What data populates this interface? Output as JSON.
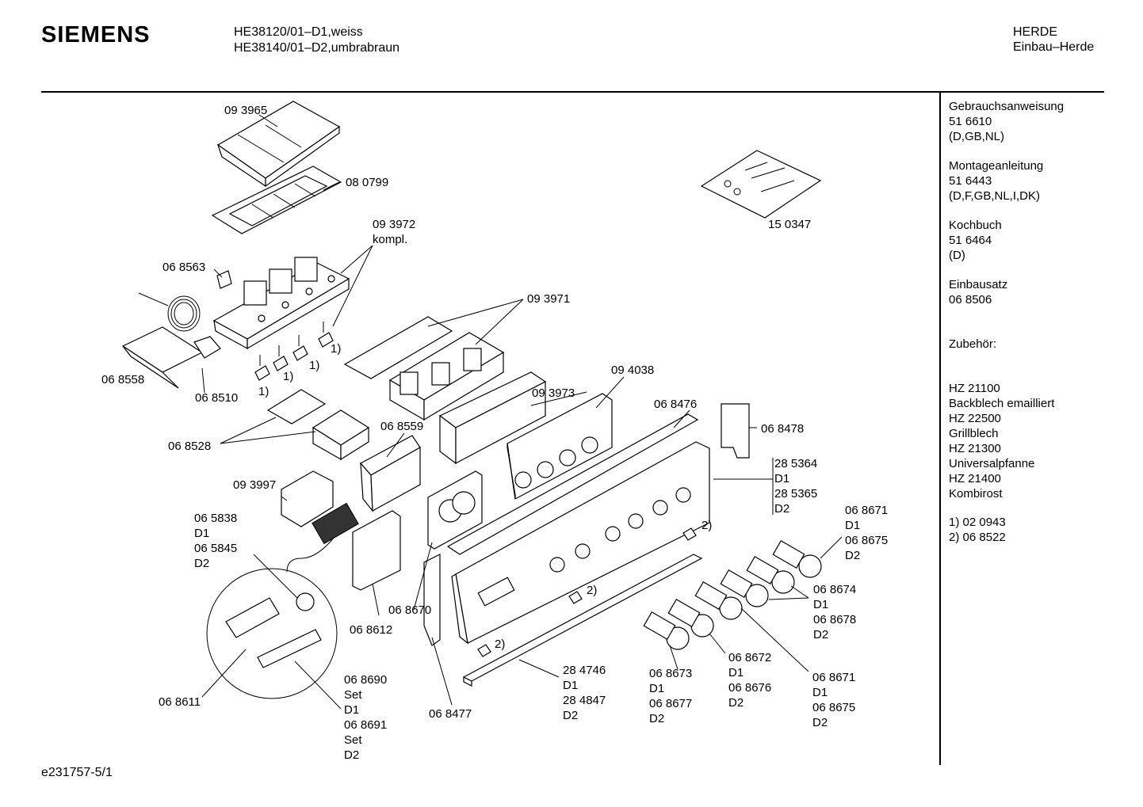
{
  "header": {
    "brand": "SIEMENS",
    "model_line1": "HE38120/01–D1,weiss",
    "model_line2": "HE38140/01–D2,umbrabraun",
    "category_line1": "HERDE",
    "category_line2": "Einbau–Herde"
  },
  "footer": {
    "doc_id": "e231757-5/1"
  },
  "sidebar": {
    "docs": [
      {
        "title": "Gebrauchsanweisung",
        "number": "51 6610",
        "langs": "(D,GB,NL)"
      },
      {
        "title": "Montageanleitung",
        "number": "51 6443",
        "langs": "(D,F,GB,NL,I,DK)"
      },
      {
        "title": "Kochbuch",
        "number": "51 6464",
        "langs": "(D)"
      },
      {
        "title": "Einbausatz",
        "number": "06 8506",
        "langs": ""
      }
    ],
    "accessories_title": "Zubehör:",
    "accessories": [
      {
        "code": "HZ 21100",
        "name": "Backblech emailliert"
      },
      {
        "code": "HZ 22500",
        "name": "Grillblech"
      },
      {
        "code": "HZ 21300",
        "name": "Universalpfanne"
      },
      {
        "code": "HZ 21400",
        "name": "Kombirost"
      }
    ],
    "notes": [
      "1)  02 0943",
      "2)  06 8522"
    ]
  },
  "labels": {
    "l093965": "09 3965",
    "l080799": "08 0799",
    "l093972": "09 3972",
    "l093972b": "kompl.",
    "l068563": "06 8563",
    "l093971": "09 3971",
    "l068558": "06 8558",
    "l068510": "06 8510",
    "l150347": "15 0347",
    "l094038": "09 4038",
    "l093973": "09 3973",
    "l068476": "06 8476",
    "l068478": "06 8478",
    "l068528": "06 8528",
    "l068559": "06 8559",
    "l093997": "09 3997",
    "l285364": "28 5364",
    "l285364d": "D1",
    "l285365": "28 5365",
    "l285365d": "D2",
    "l065838": "06 5838",
    "l065838d": "D1",
    "l065845": "06 5845",
    "l065845d": "D2",
    "l068671a": "06 8671",
    "l068671ad": "D1",
    "l068675a": "06 8675",
    "l068675ad": "D2",
    "l068674": "06 8674",
    "l068674d": "D1",
    "l068678": "06 8678",
    "l068678d": "D2",
    "l068670": "06 8670",
    "l068612": "06 8612",
    "l068611": "06 8611",
    "l068690": "06 8690",
    "l068690s": "Set",
    "l068690d": "D1",
    "l068691": "06 8691",
    "l068691s": "Set",
    "l068691d": "D2",
    "l068477": "06 8477",
    "l284746": "28 4746",
    "l284746d": "D1",
    "l284847": "28 4847",
    "l284847d": "D2",
    "l068673": "06 8673",
    "l068673d": "D1",
    "l068677": "06 8677",
    "l068677d": "D2",
    "l068672": "06 8672",
    "l068672d": "D1",
    "l068676": "06 8676",
    "l068676d": "D2",
    "l068671b": "06 8671",
    "l068671bd": "D1",
    "l068675b": "06 8675",
    "l068675bd": "D2",
    "n1a": "1)",
    "n1b": "1)",
    "n1c": "1)",
    "n1d": "1)",
    "n2a": "2)",
    "n2b": "2)",
    "n2c": "2)"
  }
}
